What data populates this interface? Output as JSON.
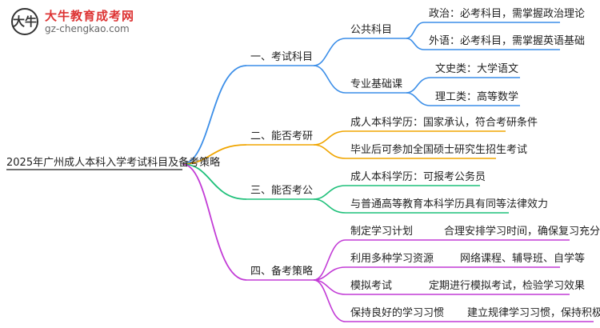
{
  "logo": {
    "mark": "大牛",
    "name": "大牛教育成考网",
    "domain": "gz-chengkao.com"
  },
  "root": {
    "label": "2025年广州成人本科入学考试科目及备考策略"
  },
  "branches": [
    {
      "label": "一、考试科目",
      "color": "#3b8ee8",
      "children": [
        {
          "label": "公共科目",
          "children": [
            {
              "label": "政治：必考科目，需掌握政治理论"
            },
            {
              "label": "外语：必考科目，需掌握英语基础"
            }
          ]
        },
        {
          "label": "专业基础课",
          "children": [
            {
              "label": "文史类：大学语文"
            },
            {
              "label": "理工类：高等数学"
            }
          ]
        }
      ]
    },
    {
      "label": "二、能否考研",
      "color": "#f0a500",
      "children": [
        {
          "label": "成人本科学历：国家承认，符合考研条件"
        },
        {
          "label": "毕业后可参加全国硕士研究生招生考试"
        }
      ]
    },
    {
      "label": "三、能否考公",
      "color": "#1fc07a",
      "children": [
        {
          "label": "成人本科学历：可报考公务员"
        },
        {
          "label": "与普通高等教育本科学历具有同等法律效力"
        }
      ]
    },
    {
      "label": "四、备考策略",
      "color": "#c23bd6",
      "children": [
        {
          "label": "制定学习计划",
          "children": [
            {
              "label": "合理安排学习时间，确保复习充分"
            }
          ]
        },
        {
          "label": "利用多种学习资源",
          "children": [
            {
              "label": "网络课程、辅导班、自学等"
            }
          ]
        },
        {
          "label": "模拟考试",
          "children": [
            {
              "label": "定期进行模拟考试，检验学习效果"
            }
          ]
        },
        {
          "label": "保持良好的学习习惯",
          "children": [
            {
              "label": "建立规律学习习惯，保持积极态度"
            }
          ]
        }
      ]
    }
  ]
}
